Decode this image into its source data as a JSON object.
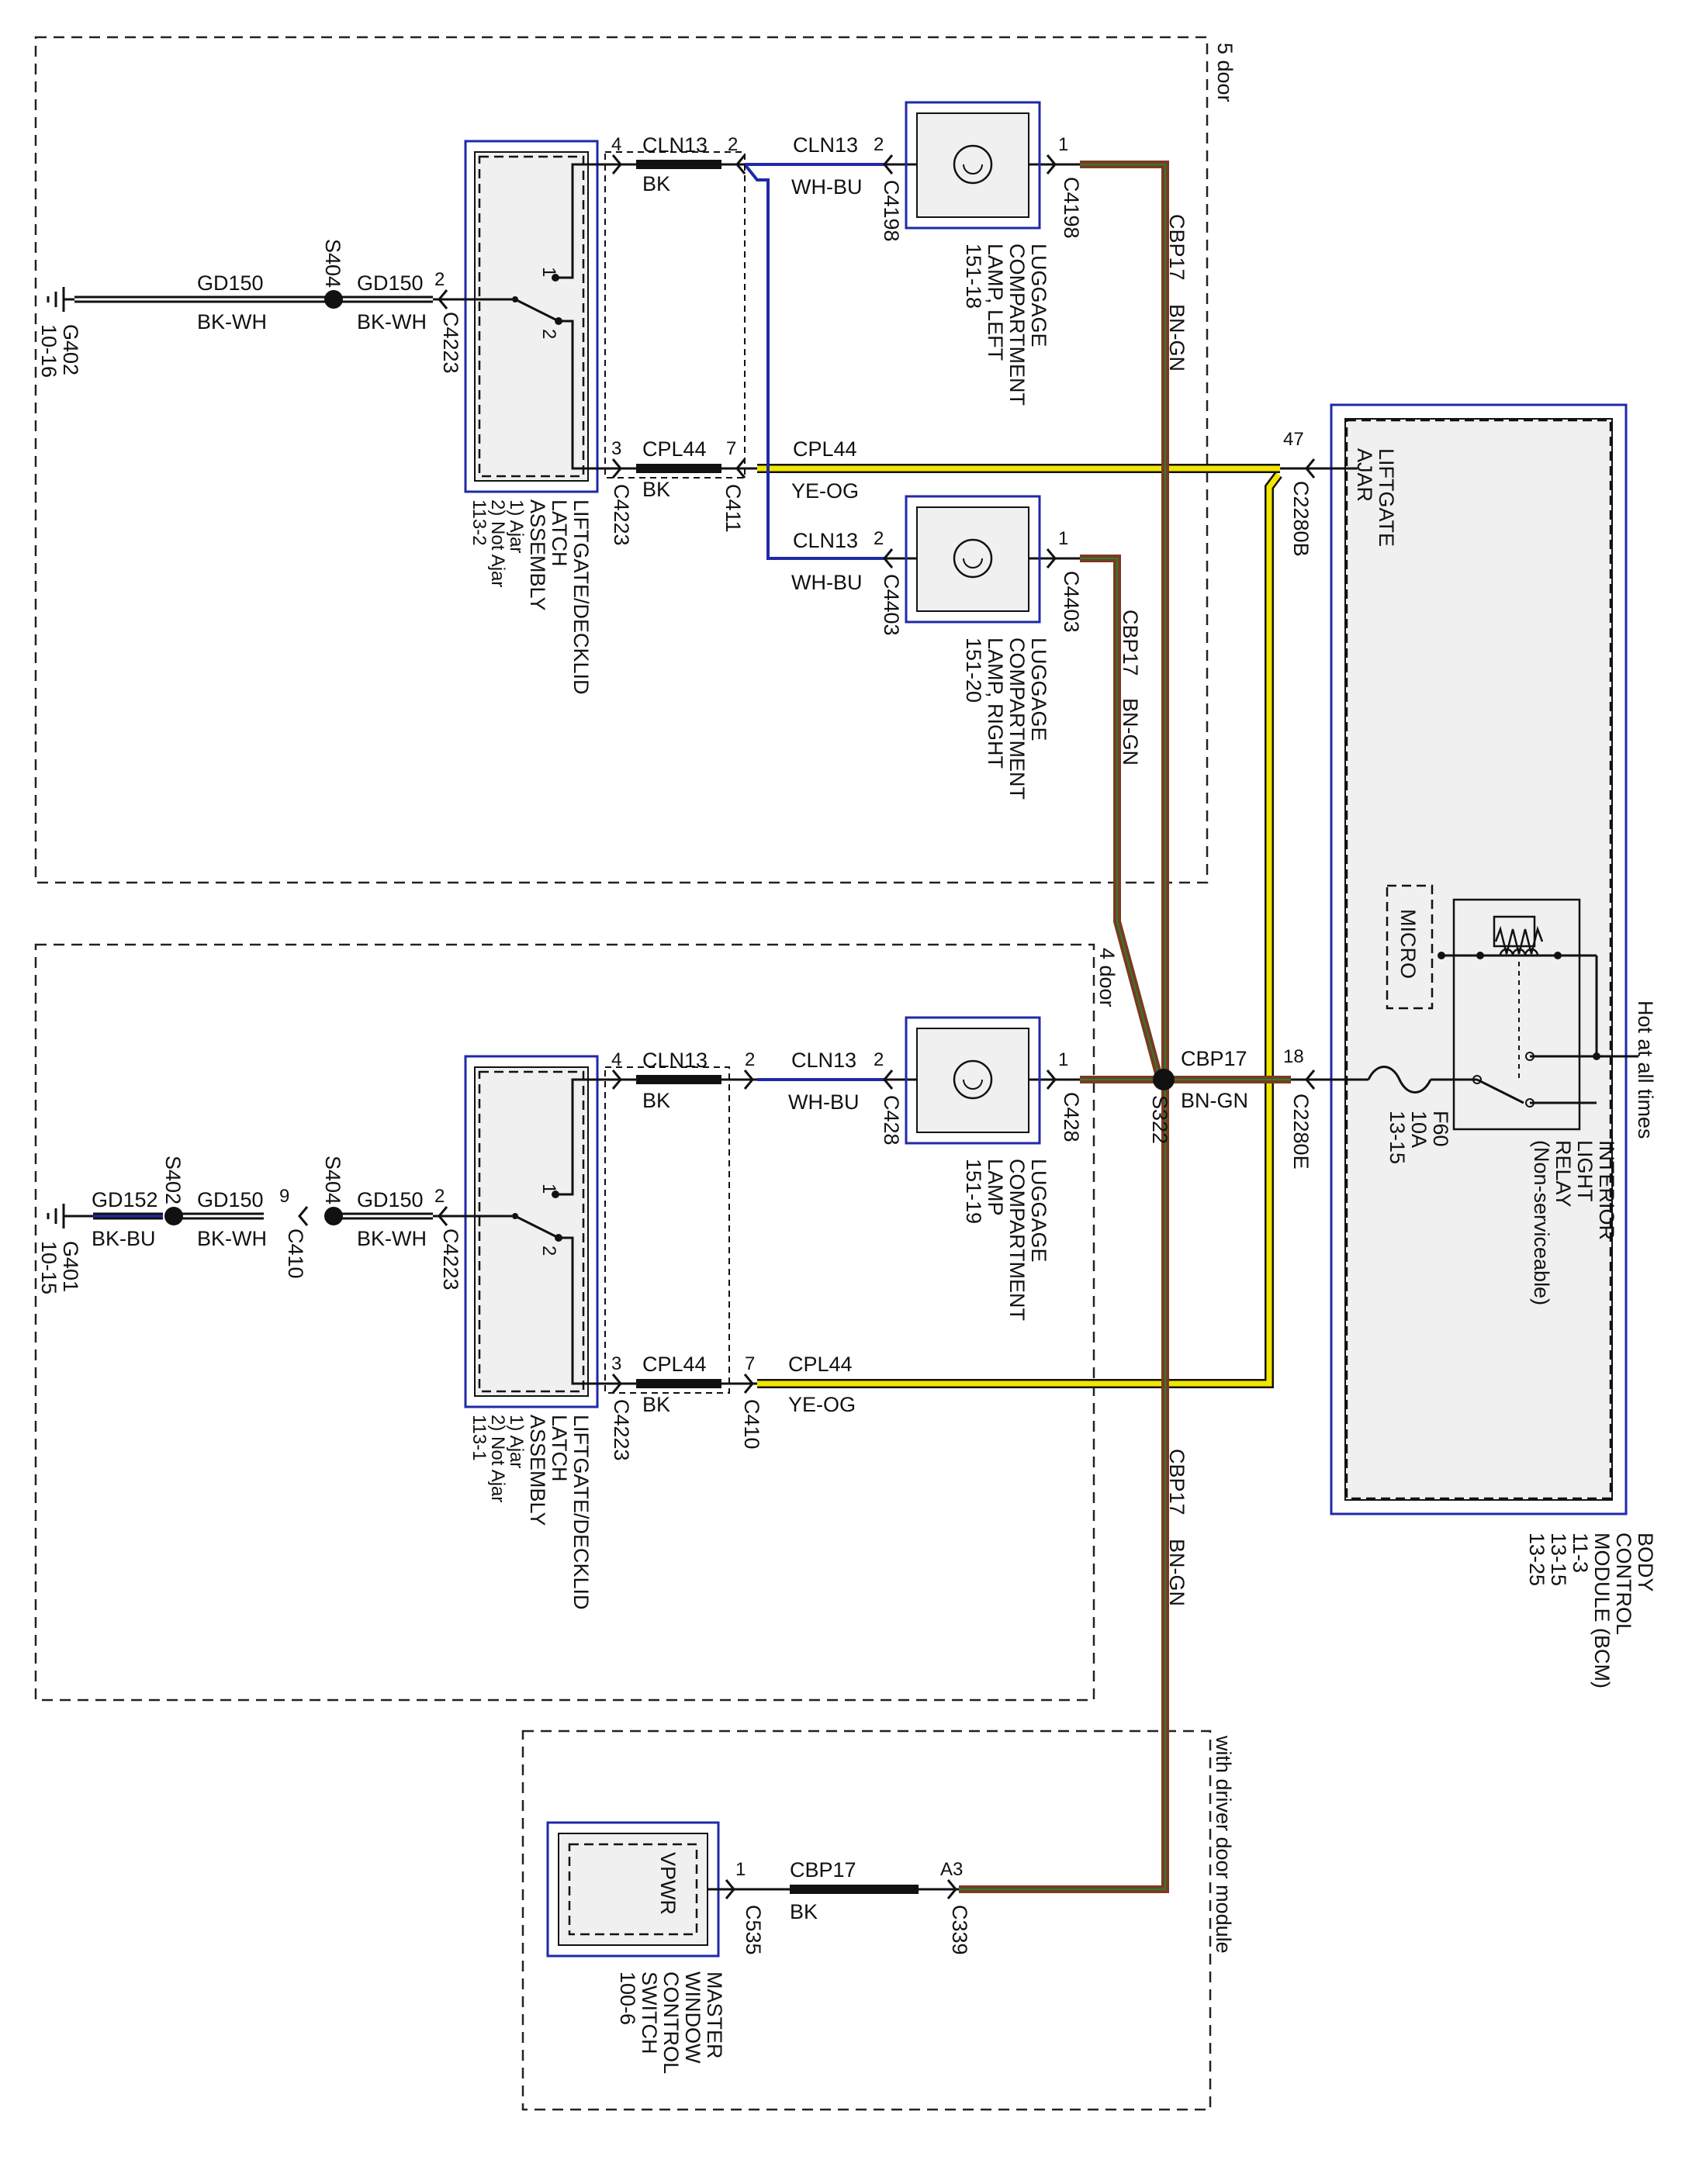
{
  "sections": {
    "five_door": "5 door",
    "four_door": "4 door",
    "driver_door_module": "with driver door module"
  },
  "components": {
    "lamp_left": [
      "LUGGAGE",
      "COMPARTMENT",
      "LAMP, LEFT",
      "151-18"
    ],
    "lamp_right": [
      "LUGGAGE",
      "COMPARTMENT",
      "LAMP, RIGHT",
      "151-20"
    ],
    "lamp_4door": [
      "LUGGAGE",
      "COMPARTMENT",
      "LAMP",
      "151-19"
    ],
    "latch_5door": [
      "LIFTGATE/DECKLID",
      "LATCH",
      "ASSEMBLY",
      "1) Ajar",
      "2) Not Ajar",
      "113-2"
    ],
    "latch_4door": [
      "LIFTGATE/DECKLID",
      "LATCH",
      "ASSEMBLY",
      "1) Ajar",
      "2) Not Ajar",
      "113-1"
    ],
    "bcm": [
      "BODY",
      "CONTROL",
      "MODULE (BCM)",
      "11-3",
      "13-15",
      "13-25"
    ],
    "relay": [
      "INTERIOR",
      "LIGHT",
      "RELAY",
      "(Non-serviceable)"
    ],
    "master_switch": [
      "MASTER",
      "WINDOW",
      "CONTROL",
      "SWITCH",
      "100-6"
    ],
    "vpwr": "VPWR",
    "micro": "MICRO",
    "liftgate_ajar": [
      "LIFTGATE",
      "AJAR"
    ],
    "hot": "Hot at all times",
    "fuse": [
      "F60",
      "10A",
      "13-15"
    ]
  },
  "grounds": {
    "g402": [
      "G402",
      "10-16"
    ],
    "g401": [
      "G401",
      "10-15"
    ]
  },
  "splices": {
    "s404": "S404",
    "s402": "S402",
    "s322": "S322"
  },
  "circuits": {
    "gd150": "GD150",
    "gd152": "GD152",
    "cln13": "CLN13",
    "cpl44": "CPL44",
    "cbp17": "CBP17"
  },
  "colors": {
    "bk": "BK",
    "bk_wh": "BK-WH",
    "bk_bu": "BK-BU",
    "wh_bu": "WH-BU",
    "ye_og": "YE-OG",
    "bn_gn": "BN-GN"
  },
  "connectors": {
    "c4223": "C4223",
    "c411": "C411",
    "c410": "C410",
    "c4198": "C4198",
    "c4403": "C4403",
    "c428": "C428",
    "c2280b": "C2280B",
    "c2280e": "C2280E",
    "c535": "C535",
    "c339": "C339"
  },
  "pins": {
    "p1": "1",
    "p2": "2",
    "p3": "3",
    "p4": "4",
    "p7": "7",
    "p9": "9",
    "p18": "18",
    "p47": "47",
    "pa3": "A3"
  },
  "wire_colors_hex": {
    "brown": "#7a3b22",
    "green": "#2f7d2f",
    "yellow": "#f2e600",
    "blue": "#1f2aa8",
    "black": "#111111",
    "frame": "#1f2aa8"
  }
}
